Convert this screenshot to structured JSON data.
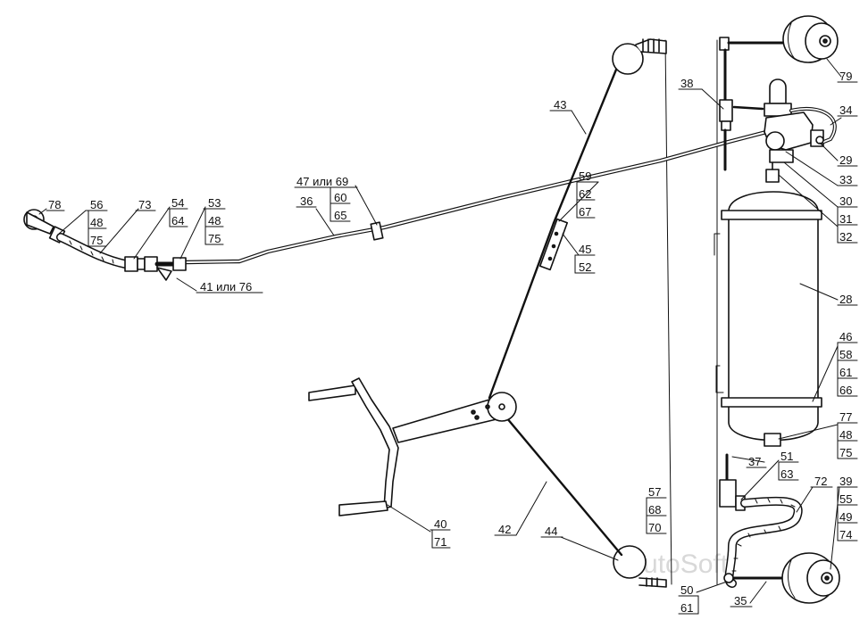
{
  "diagram": {
    "title": "",
    "labels": [
      {
        "id": "lbl-78",
        "text": "78"
      },
      {
        "id": "lbl-56",
        "text": "56"
      },
      {
        "id": "lbl-48a",
        "text": "48"
      },
      {
        "id": "lbl-75a",
        "text": "75"
      },
      {
        "id": "lbl-73",
        "text": "73"
      },
      {
        "id": "lbl-54",
        "text": "54"
      },
      {
        "id": "lbl-64",
        "text": "64"
      },
      {
        "id": "lbl-53",
        "text": "53"
      },
      {
        "id": "lbl-48b",
        "text": "48"
      },
      {
        "id": "lbl-75b",
        "text": "75"
      },
      {
        "id": "lbl-41-76",
        "text": "41 или 76"
      },
      {
        "id": "lbl-47-69",
        "text": "47 или 69"
      },
      {
        "id": "lbl-36",
        "text": "36"
      },
      {
        "id": "lbl-60",
        "text": "60"
      },
      {
        "id": "lbl-65",
        "text": "65"
      },
      {
        "id": "lbl-43",
        "text": "43"
      },
      {
        "id": "lbl-59",
        "text": "59"
      },
      {
        "id": "lbl-62",
        "text": "62"
      },
      {
        "id": "lbl-67",
        "text": "67"
      },
      {
        "id": "lbl-45",
        "text": "45"
      },
      {
        "id": "lbl-52",
        "text": "52"
      },
      {
        "id": "lbl-40",
        "text": "40"
      },
      {
        "id": "lbl-71",
        "text": "71"
      },
      {
        "id": "lbl-42",
        "text": "42"
      },
      {
        "id": "lbl-44",
        "text": "44"
      },
      {
        "id": "lbl-57",
        "text": "57"
      },
      {
        "id": "lbl-68",
        "text": "68"
      },
      {
        "id": "lbl-70",
        "text": "70"
      },
      {
        "id": "lbl-38",
        "text": "38"
      },
      {
        "id": "lbl-79",
        "text": "79"
      },
      {
        "id": "lbl-34",
        "text": "34"
      },
      {
        "id": "lbl-29",
        "text": "29"
      },
      {
        "id": "lbl-33",
        "text": "33"
      },
      {
        "id": "lbl-30",
        "text": "30"
      },
      {
        "id": "lbl-31",
        "text": "31"
      },
      {
        "id": "lbl-32",
        "text": "32"
      },
      {
        "id": "lbl-28",
        "text": "28"
      },
      {
        "id": "lbl-46",
        "text": "46"
      },
      {
        "id": "lbl-58",
        "text": "58"
      },
      {
        "id": "lbl-61a",
        "text": "61"
      },
      {
        "id": "lbl-66",
        "text": "66"
      },
      {
        "id": "lbl-77",
        "text": "77"
      },
      {
        "id": "lbl-48c",
        "text": "48"
      },
      {
        "id": "lbl-75c",
        "text": "75"
      },
      {
        "id": "lbl-37",
        "text": "37"
      },
      {
        "id": "lbl-51",
        "text": "51"
      },
      {
        "id": "lbl-63",
        "text": "63"
      },
      {
        "id": "lbl-72",
        "text": "72"
      },
      {
        "id": "lbl-39",
        "text": "39"
      },
      {
        "id": "lbl-55",
        "text": "55"
      },
      {
        "id": "lbl-49",
        "text": "49"
      },
      {
        "id": "lbl-74",
        "text": "74"
      },
      {
        "id": "lbl-50",
        "text": "50"
      },
      {
        "id": "lbl-61b",
        "text": "61"
      },
      {
        "id": "lbl-35",
        "text": "35"
      }
    ],
    "watermark": "AutoSoft"
  }
}
